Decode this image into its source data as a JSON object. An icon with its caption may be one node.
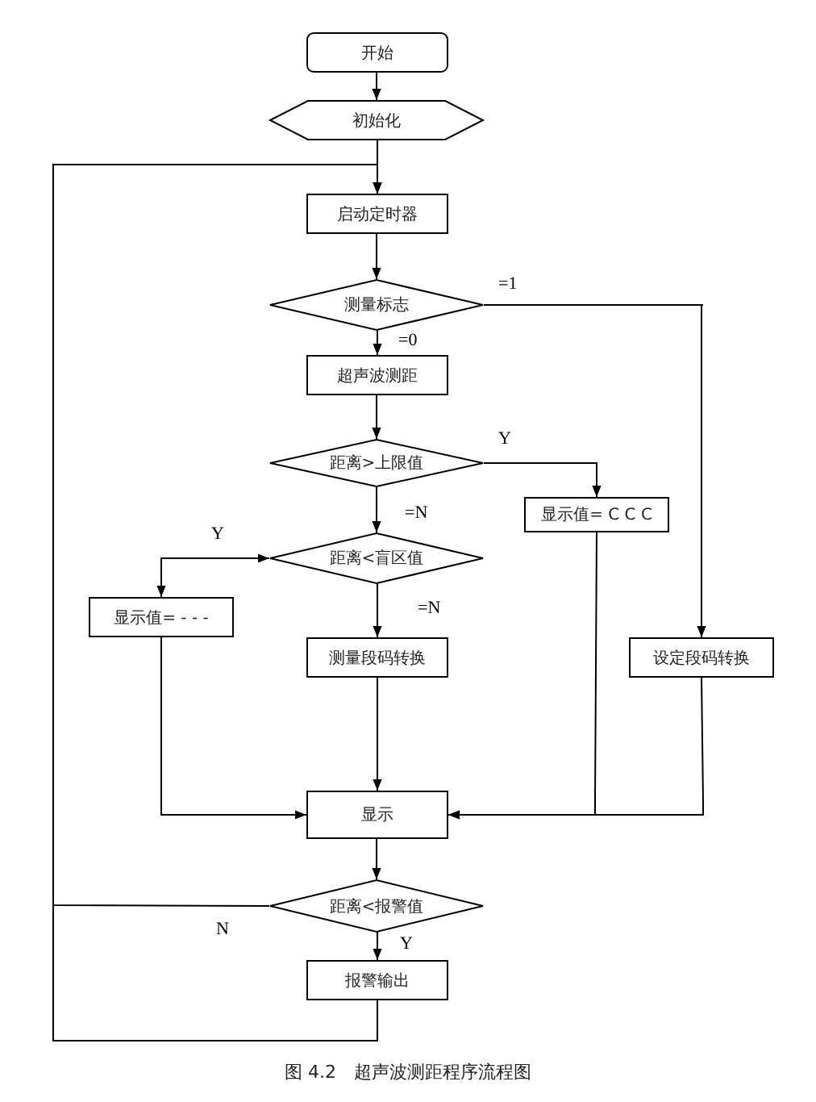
{
  "diagram": {
    "caption": "图 4.2　超声波测距程序流程图",
    "nodes": [
      {
        "text": [
          "开始"
        ]
      },
      {
        "text": [
          "初始化"
        ]
      },
      {
        "text": [
          "启动定时器"
        ]
      },
      {
        "text": [
          "测量标志"
        ]
      },
      {
        "text": [
          "超声波测距"
        ]
      },
      {
        "text": [
          "距离>上限值"
        ]
      },
      {
        "text": [
          "显示值= C C C"
        ]
      },
      {
        "text": [
          "距离<盲区值"
        ]
      },
      {
        "text": [
          "显示值= - - -"
        ]
      },
      {
        "text": [
          "测量段码转换"
        ]
      },
      {
        "text": [
          "设定段码转换"
        ]
      },
      {
        "text": [
          "显示"
        ]
      },
      {
        "text": [
          "距离<报警值"
        ]
      },
      {
        "text": [
          "报警输出"
        ]
      }
    ],
    "edges": [
      {
        "from": 0,
        "to": 1,
        "arrow": "to"
      },
      {
        "from": 1,
        "to": 2,
        "arrow": "to"
      },
      {
        "from": 2,
        "to": 3,
        "arrow": "to"
      },
      {
        "from": 3,
        "to": 4,
        "arrow": "to",
        "label": "=0"
      },
      {
        "from": 3,
        "to": 10,
        "arrow": "to",
        "label": "=1"
      },
      {
        "from": 4,
        "to": 5,
        "arrow": "to"
      },
      {
        "from": 5,
        "to": 6,
        "arrow": "to",
        "label": "Y"
      },
      {
        "from": 5,
        "to": 7,
        "arrow": "to",
        "label": "=N"
      },
      {
        "from": 7,
        "to": 8,
        "arrow": "both",
        "label": "Y"
      },
      {
        "from": 7,
        "to": 9,
        "arrow": "to",
        "label": "=N"
      },
      {
        "from": 8,
        "to": 11,
        "arrow": "to"
      },
      {
        "from": 9,
        "to": 11,
        "arrow": "to"
      },
      {
        "from": 6,
        "to": 11,
        "arrow": "to"
      },
      {
        "from": 10,
        "to": 11,
        "arrow": "to"
      },
      {
        "from": 11,
        "to": 12,
        "arrow": "to"
      },
      {
        "from": 12,
        "to": 13,
        "arrow": "to",
        "label": "Y"
      },
      {
        "from": 12,
        "to": 2,
        "arrow": "to",
        "label": "N"
      },
      {
        "from": 13,
        "to": 2,
        "arrow": "to"
      }
    ]
  }
}
